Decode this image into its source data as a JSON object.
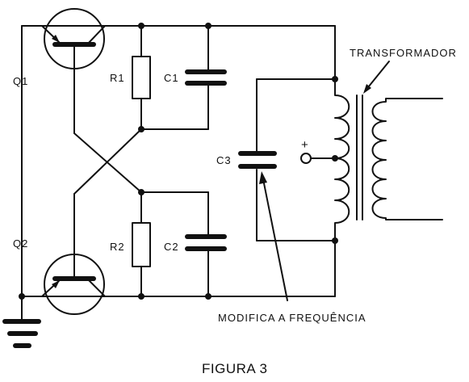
{
  "labels": {
    "q1": "Q1",
    "q2": "Q2",
    "r1": "R1",
    "r2": "R2",
    "c1": "C1",
    "c2": "C2",
    "c3": "C3",
    "plus": "+",
    "transformer": "TRANSFORMADOR",
    "frequency": "MODIFICA A FREQUÊNCIA"
  },
  "caption": "FIGURA 3"
}
